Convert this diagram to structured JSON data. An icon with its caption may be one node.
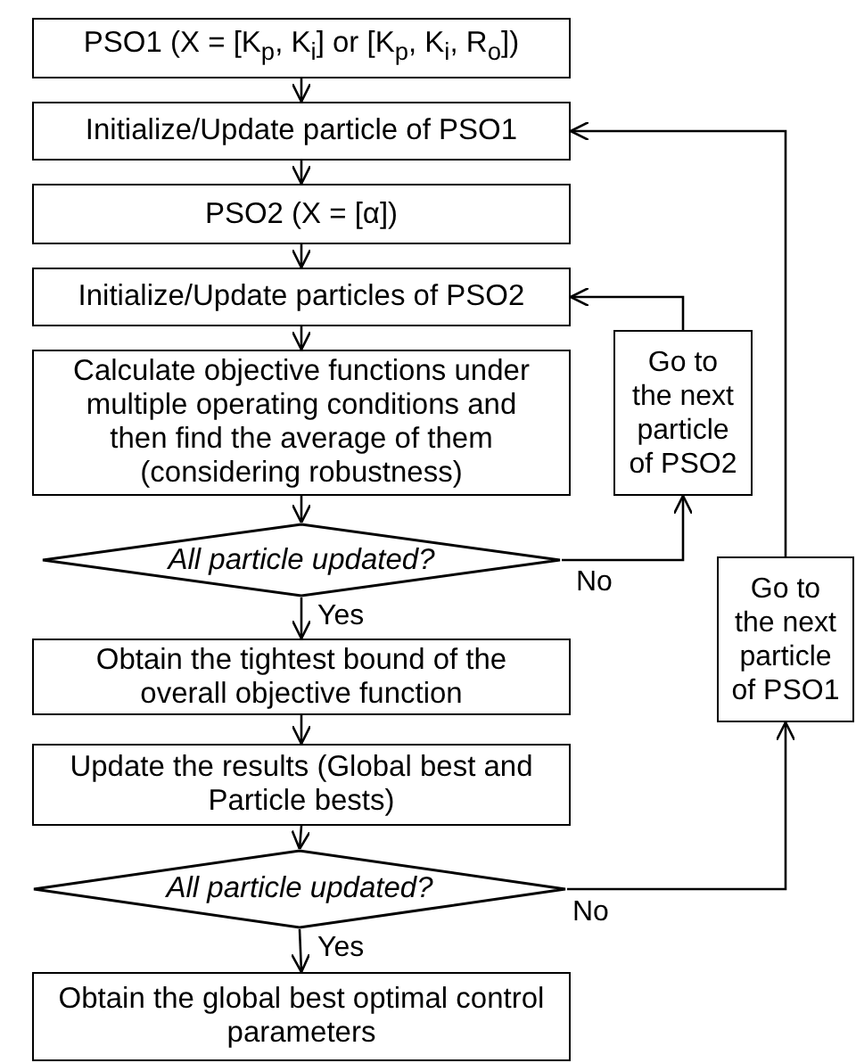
{
  "diagram": {
    "nodes": [
      {
        "text": [
          "PSO1 (X = [K$_{p}$, K$_{i}$] or [K$_{p}$, K$_{i}$, R$_{o}$])"
        ]
      },
      {
        "text": [
          "Initialize/Update particle of PSO1"
        ]
      },
      {
        "text": [
          "PSO2 (X = [α])"
        ]
      },
      {
        "text": [
          "Initialize/Update particles of PSO2"
        ]
      },
      {
        "text": [
          "Calculate objective functions under multiple operating conditions and then find the average of them (considering robustness)"
        ]
      },
      {
        "text": [
          "All particle updated?"
        ]
      },
      {
        "text": [
          "Obtain the tightest bound of the overall objective function"
        ]
      },
      {
        "text": [
          "Update the results (Global best and Particle bests)"
        ]
      },
      {
        "text": [
          "All particle updated?"
        ]
      },
      {
        "text": [
          "Obtain the global best optimal control parameters"
        ]
      },
      {
        "text": [
          "Go to the next particle of PSO2"
        ]
      },
      {
        "text": [
          "Go to the next particle of PSO1"
        ]
      }
    ],
    "edges": [
      {
        "from": 0,
        "to": 1,
        "arrow": "to"
      },
      {
        "from": 1,
        "to": 2,
        "arrow": "to"
      },
      {
        "from": 2,
        "to": 3,
        "arrow": "to"
      },
      {
        "from": 3,
        "to": 4,
        "arrow": "to"
      },
      {
        "from": 4,
        "to": 5,
        "arrow": "to"
      },
      {
        "from": 5,
        "to": 6,
        "arrow": "to",
        "label": "Yes"
      },
      {
        "from": 6,
        "to": 7,
        "arrow": "to"
      },
      {
        "from": 7,
        "to": 8,
        "arrow": "to"
      },
      {
        "from": 8,
        "to": 9,
        "arrow": "to",
        "label": "Yes"
      },
      {
        "from": 5,
        "to": 10,
        "arrow": "to",
        "label": "No"
      },
      {
        "from": 10,
        "to": 3,
        "arrow": "to"
      },
      {
        "from": 8,
        "to": 11,
        "arrow": "to",
        "label": "No"
      },
      {
        "from": 11,
        "to": 1,
        "arrow": "to"
      }
    ]
  }
}
